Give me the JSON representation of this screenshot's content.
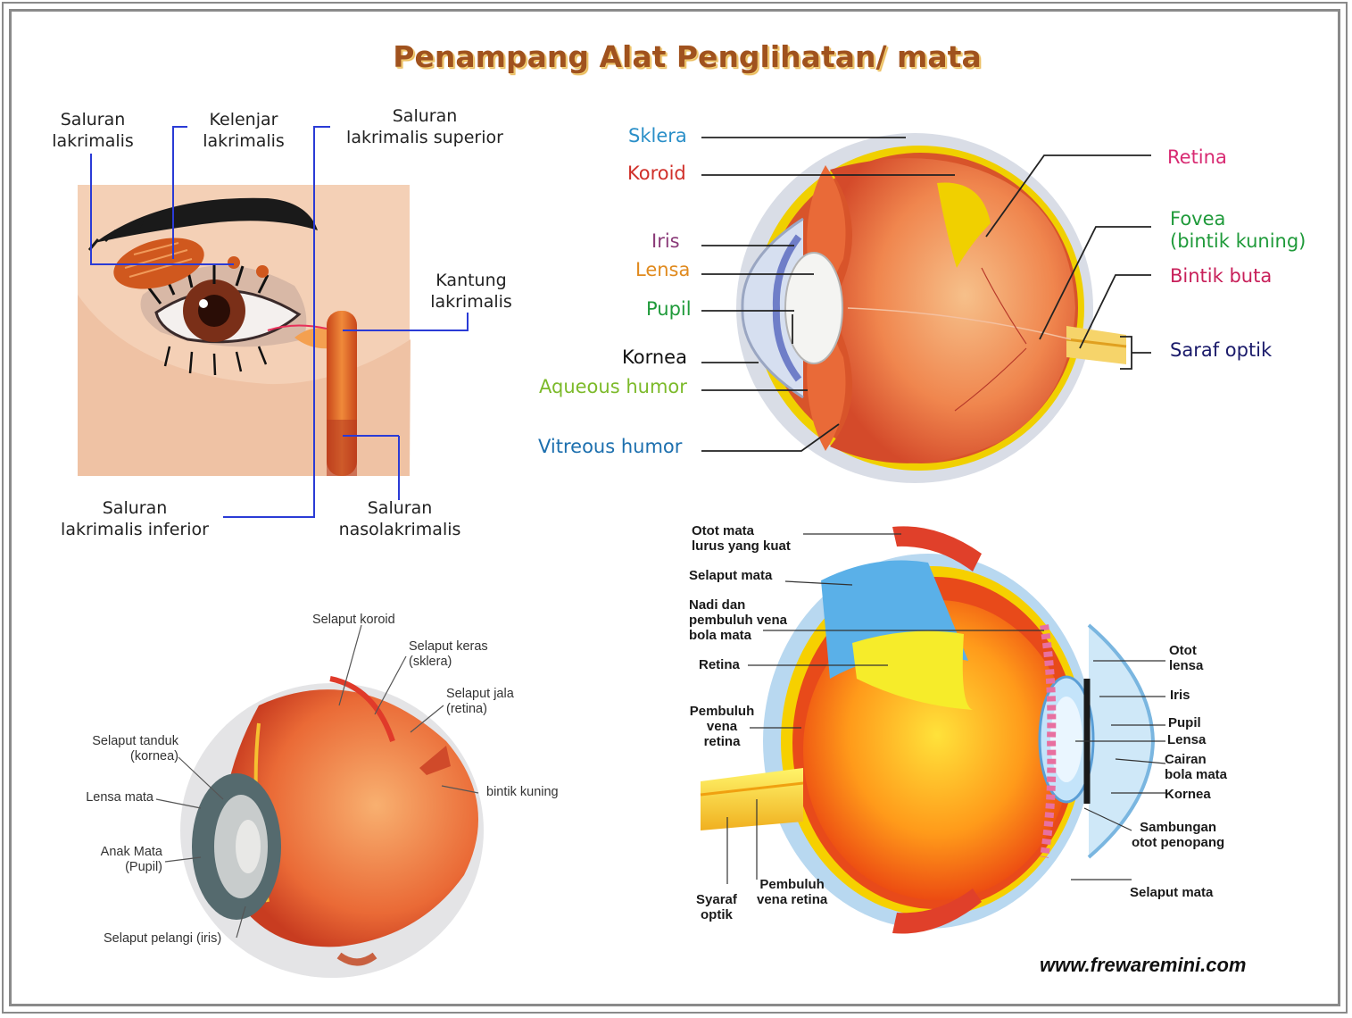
{
  "title": "Penampang Alat Penglihatan/ mata",
  "website": "www.frewaremini.com",
  "lacrimal_diagram": {
    "saluran_lakrimalis": [
      "Saluran",
      "lakrimalis"
    ],
    "kelenjar_lakrimalis": [
      "Kelenjar",
      "lakrimalis"
    ],
    "saluran_superior": [
      "Saluran",
      "lakrimalis superior"
    ],
    "kantung_lakrimalis": [
      "Kantung",
      "lakrimalis"
    ],
    "saluran_inferior": [
      "Saluran",
      "lakrimalis inferior"
    ],
    "saluran_nasolakrimalis": [
      "Saluran",
      "nasolakrimalis"
    ]
  },
  "eye_cross_section": {
    "sklera": "Sklera",
    "koroid": "Koroid",
    "iris": "Iris",
    "lensa": "Lensa",
    "pupil": "Pupil",
    "kornea": "Kornea",
    "aqueous_humor": "Aqueous humor",
    "vitreous_humor": "Vitreous humor",
    "retina": "Retina",
    "fovea": [
      "Fovea",
      "(bintik kuning)"
    ],
    "bintik_buta": "Bintik buta",
    "saraf_optik": "Saraf optik"
  },
  "eye_3d": {
    "selaput_koroid": "Selaput koroid",
    "selaput_keras": [
      "Selaput keras",
      "(sklera)"
    ],
    "selaput_jala": [
      "Selaput jala",
      "(retina)"
    ],
    "selaput_tanduk": [
      "Selaput tanduk",
      "(kornea)"
    ],
    "lensa_mata": "Lensa mata",
    "anak_mata": [
      "Anak Mata",
      "(Pupil)"
    ],
    "bintik_kuning": "bintik kuning",
    "selaput_pelangi": "Selaput pelangi (iris)"
  },
  "eye_detailed": {
    "otot_mata": [
      "Otot mata",
      "lurus yang kuat"
    ],
    "selaput_mata_top": "Selaput mata",
    "nadi": [
      "Nadi dan",
      "pembuluh vena",
      "bola mata"
    ],
    "retina": "Retina",
    "pembuluh_vena_retina_left": [
      "Pembuluh",
      "vena",
      "retina"
    ],
    "syaraf_optik": [
      "Syaraf",
      "optik"
    ],
    "pembuluh_vena_retina_bottom": [
      "Pembuluh",
      "vena retina"
    ],
    "otot_lensa": [
      "Otot",
      "lensa"
    ],
    "iris": "Iris",
    "pupil": "Pupil",
    "lensa": "Lensa",
    "cairan": [
      "Cairan",
      "bola mata"
    ],
    "kornea": "Kornea",
    "sambungan": [
      "Sambungan",
      "otot penopang"
    ],
    "selaput_mata_bottom": "Selaput mata"
  },
  "colors": {
    "title": "#a0521e",
    "line_blue": "#2a3bd6",
    "sklera": "#2a8fc8",
    "koroid": "#d0302a",
    "iris": "#8a3a78",
    "lensa": "#e08a1e",
    "pupil": "#1f9a3a",
    "aqueous": "#7cba2a",
    "vitreous": "#1c6fae",
    "retina": "#d82a72",
    "fovea": "#1f9a3a",
    "bintik_buta": "#c8205a",
    "saraf_optik": "#1a1a6a"
  }
}
